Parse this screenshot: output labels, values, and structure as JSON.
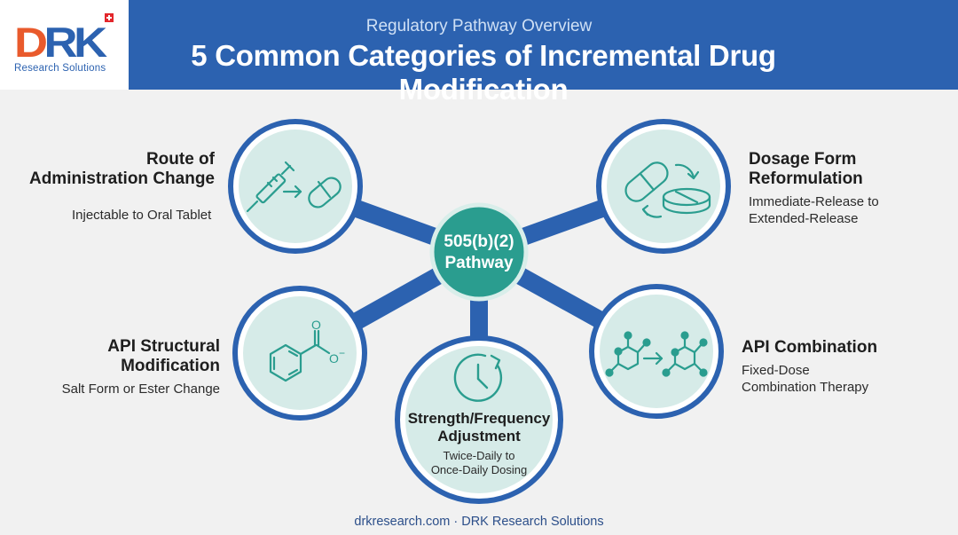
{
  "header": {
    "logo_mark": "DRK",
    "logo_sub": "Research Solutions",
    "subtitle": "Regulatory Pathway Overview",
    "title": "5 Common Categories of Incremental Drug Modification"
  },
  "center": {
    "line1": "505(b)(2)",
    "line2": "Pathway"
  },
  "nodes": {
    "route": {
      "title_line1": "Route of",
      "title_line2": "Administration Change",
      "desc": "Injectable to Oral Tablet",
      "icon": "syringe-to-capsule-icon"
    },
    "dosage": {
      "title_line1": "Dosage Form",
      "title_line2": "Reformulation",
      "desc_line1": "Immediate-Release to",
      "desc_line2": "Extended-Release",
      "icon": "capsule-tablet-cycle-icon"
    },
    "api_structural": {
      "title_line1": "API Structural",
      "title_line2": "Modification",
      "desc": "Salt Form or Ester Change",
      "icon": "benzoate-molecule-icon"
    },
    "strength": {
      "title_line1": "Strength/Frequency",
      "title_line2": "Adjustment",
      "desc_line1": "Twice-Daily to",
      "desc_line2": "Once-Daily Dosing",
      "icon": "clock-icon"
    },
    "combination": {
      "title": "API Combination",
      "desc_line1": "Fixed-Dose",
      "desc_line2": "Combination Therapy",
      "icon": "molecule-combination-icon"
    }
  },
  "footer": "drkresearch.com · DRK Research Solutions",
  "colors": {
    "brand_blue": "#2c62b0",
    "teal": "#2a9d8f",
    "circle_fill": "#d6ebe8",
    "accent_orange": "#e95a2c"
  }
}
